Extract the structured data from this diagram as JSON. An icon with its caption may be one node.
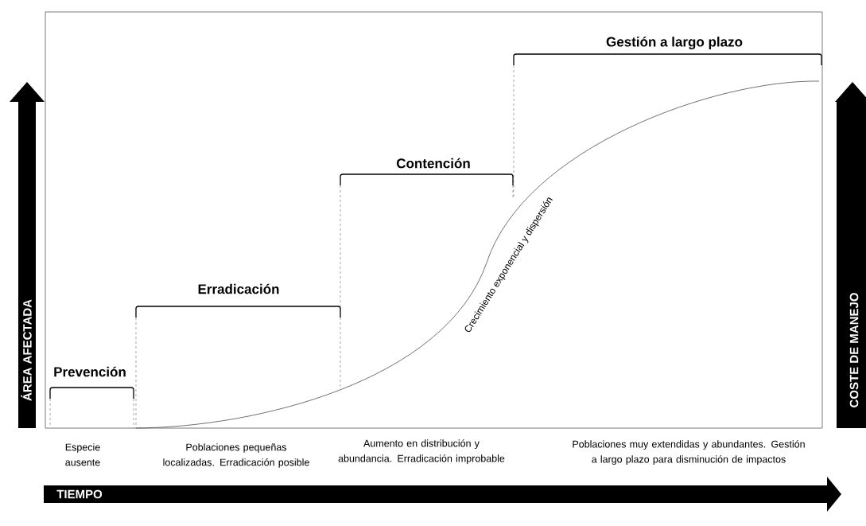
{
  "diagram": {
    "labels": [
      "Gestión a largo plazo",
      "Contención",
      "Erradicación",
      "Prevención",
      "Crecimiento exponencial y dispersión",
      "ÁREA AFECTADA",
      "COSTE DE MANEJO",
      "Especie ausente",
      "Poblaciones pequeñas localizadas. Erradicación posible",
      "Aumento en distribución y abundancia. Erradicación improbable",
      "Poblaciones muy extendidas y abundantes. Gestión a largo plazo para disminución de impactos",
      "TIEMPO"
    ]
  }
}
